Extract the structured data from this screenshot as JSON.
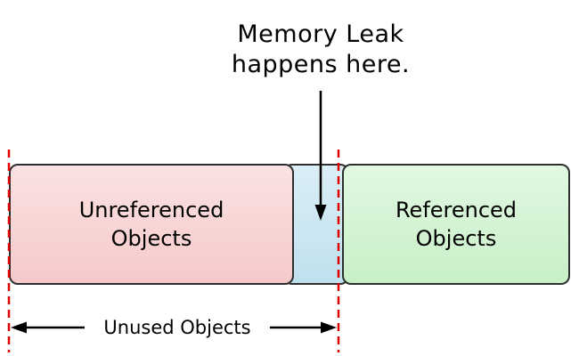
{
  "diagram": {
    "annotation": {
      "text": "Memory Leak\nhappens here."
    },
    "boxes": {
      "unreferenced": {
        "label": "Unreferenced\nObjects",
        "fill": "#f5c9c9"
      },
      "leak": {
        "label": "",
        "fill": "#bfe1ee"
      },
      "referenced": {
        "label": "Referenced\nObjects",
        "fill": "#c8efc8"
      }
    },
    "span_label": "Unused Objects",
    "colors": {
      "boundary_dash": "#e00000",
      "box_border": "#2f2f2f",
      "arrow": "#000000"
    }
  }
}
